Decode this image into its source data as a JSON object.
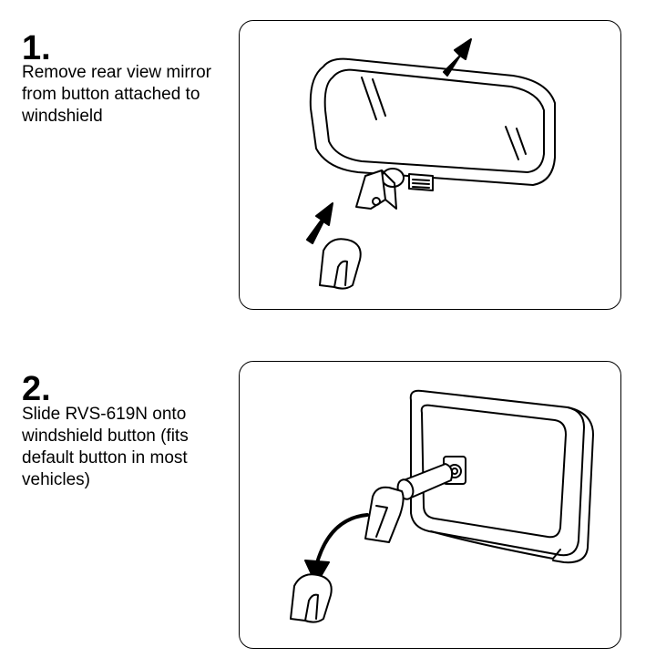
{
  "steps": [
    {
      "number": "1.",
      "text": "Remove rear view mirror from button attached to windshield",
      "illustration_icon": "rearview-mirror-removal-icon"
    },
    {
      "number": "2.",
      "text": "Slide RVS-619N onto windshield button (fits default button in most vehicles)",
      "illustration_icon": "camera-mount-slide-icon"
    }
  ],
  "colors": {
    "ink": "#000000",
    "background": "#ffffff"
  }
}
